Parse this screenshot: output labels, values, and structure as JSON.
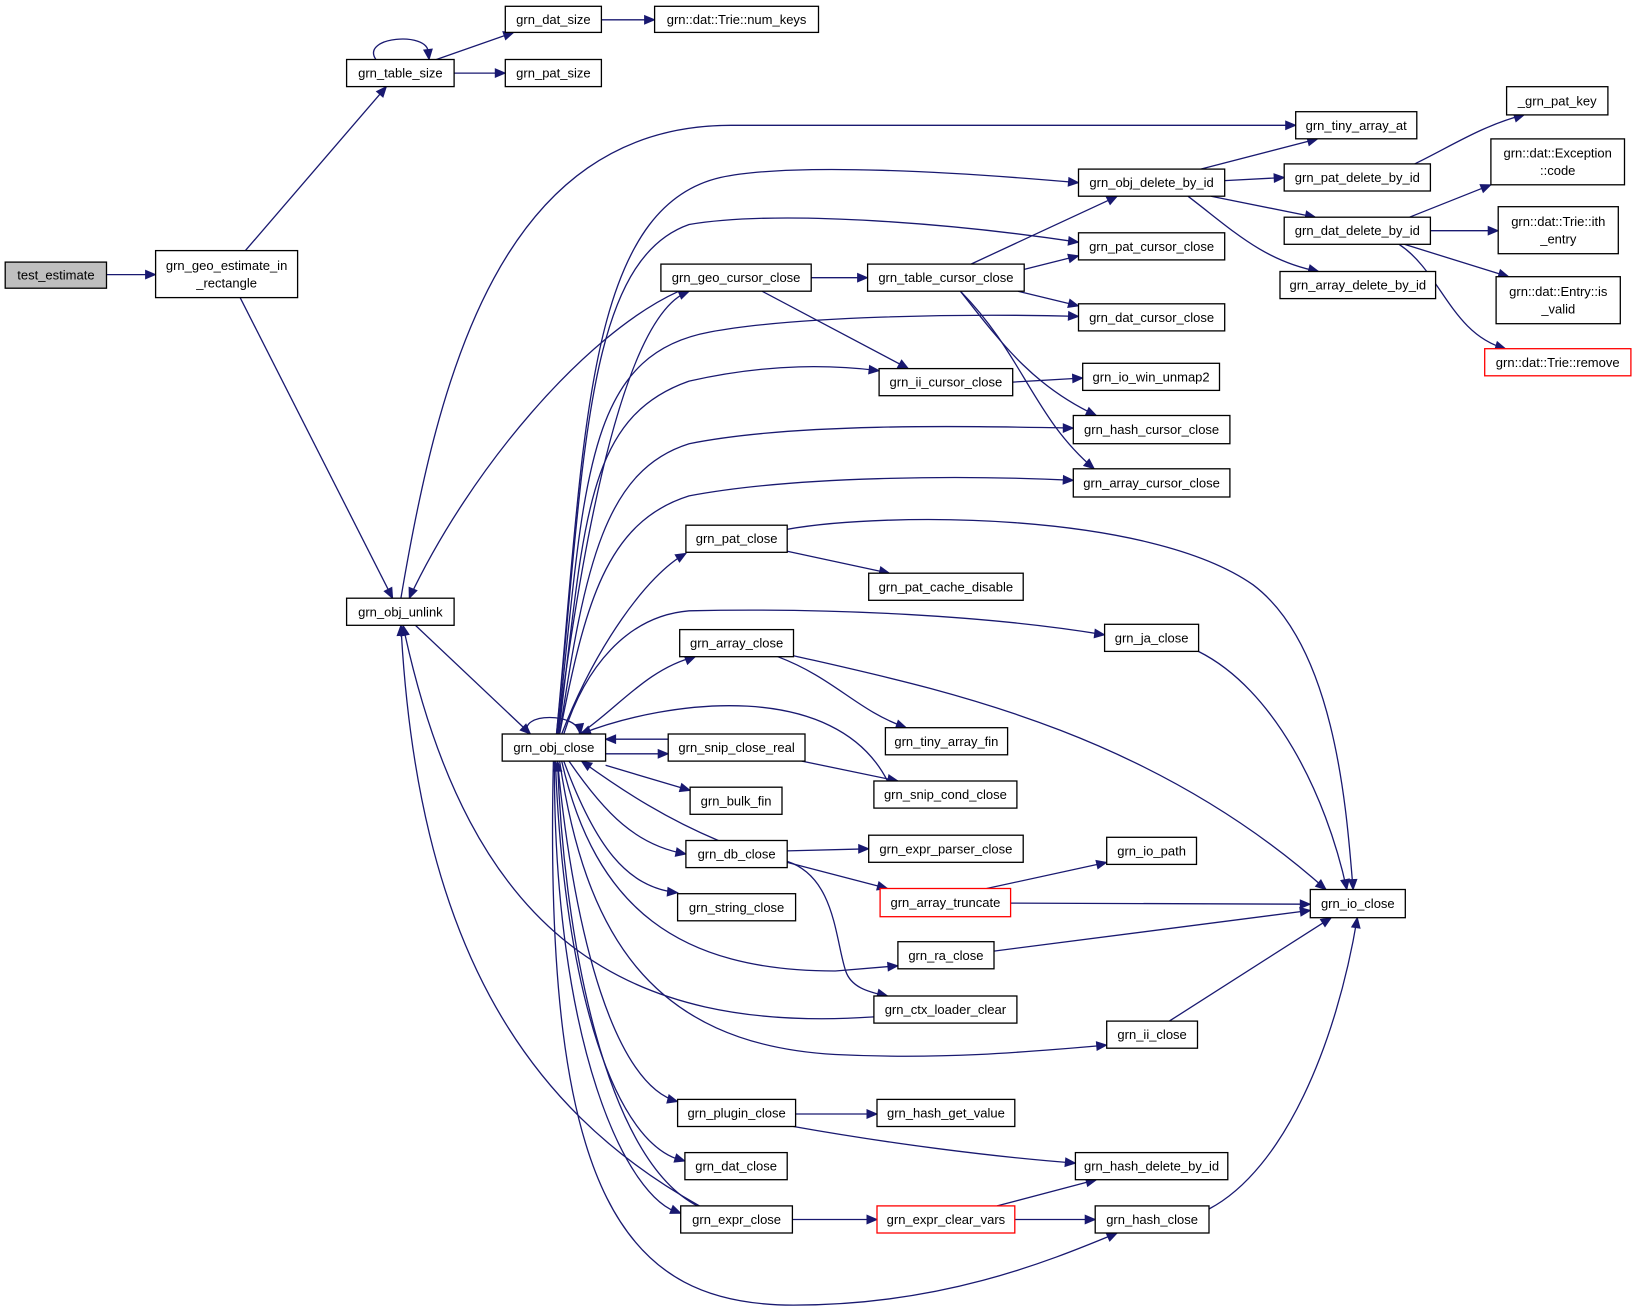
{
  "graph": {
    "colors": {
      "edge": "#191970",
      "root_fill": "#bfbfbf",
      "truncated_border": "#ff0000",
      "node_border": "#000000"
    },
    "nodes": [
      {
        "id": "test_estimate",
        "lines": [
          "test_estimate"
        ],
        "root": true
      },
      {
        "id": "geo_est",
        "lines": [
          "grn_geo_estimate_in",
          "_rectangle"
        ]
      },
      {
        "id": "table_size",
        "lines": [
          "grn_table_size"
        ]
      },
      {
        "id": "dat_size",
        "lines": [
          "grn_dat_size"
        ]
      },
      {
        "id": "num_keys",
        "lines": [
          "grn::dat::Trie::num_keys"
        ]
      },
      {
        "id": "pat_size",
        "lines": [
          "grn_pat_size"
        ]
      },
      {
        "id": "obj_unlink",
        "lines": [
          "grn_obj_unlink"
        ]
      },
      {
        "id": "obj_close",
        "lines": [
          "grn_obj_close"
        ]
      },
      {
        "id": "tiny_array_at",
        "lines": [
          "grn_tiny_array_at"
        ]
      },
      {
        "id": "pat_key",
        "lines": [
          "_grn_pat_key"
        ]
      },
      {
        "id": "obj_delete_by_id",
        "lines": [
          "grn_obj_delete_by_id"
        ]
      },
      {
        "id": "pat_delete_by_id",
        "lines": [
          "grn_pat_delete_by_id"
        ]
      },
      {
        "id": "exc_code",
        "lines": [
          "grn::dat::Exception",
          "::code"
        ]
      },
      {
        "id": "dat_delete_by_id",
        "lines": [
          "grn_dat_delete_by_id"
        ]
      },
      {
        "id": "ith_entry",
        "lines": [
          "grn::dat::Trie::ith",
          "_entry"
        ]
      },
      {
        "id": "pat_cursor_close",
        "lines": [
          "grn_pat_cursor_close"
        ]
      },
      {
        "id": "geo_cursor_close",
        "lines": [
          "grn_geo_cursor_close"
        ]
      },
      {
        "id": "table_cursor_close",
        "lines": [
          "grn_table_cursor_close"
        ]
      },
      {
        "id": "array_delete_by_id",
        "lines": [
          "grn_array_delete_by_id"
        ]
      },
      {
        "id": "entry_is_valid",
        "lines": [
          "grn::dat::Entry::is",
          "_valid"
        ]
      },
      {
        "id": "dat_cursor_close",
        "lines": [
          "grn_dat_cursor_close"
        ]
      },
      {
        "id": "trie_remove",
        "lines": [
          "grn::dat::Trie::remove"
        ],
        "truncated": true
      },
      {
        "id": "ii_cursor_close",
        "lines": [
          "grn_ii_cursor_close"
        ]
      },
      {
        "id": "io_win_unmap2",
        "lines": [
          "grn_io_win_unmap2"
        ]
      },
      {
        "id": "hash_cursor_close",
        "lines": [
          "grn_hash_cursor_close"
        ]
      },
      {
        "id": "array_cursor_close",
        "lines": [
          "grn_array_cursor_close"
        ]
      },
      {
        "id": "pat_close",
        "lines": [
          "grn_pat_close"
        ]
      },
      {
        "id": "pat_cache_disable",
        "lines": [
          "grn_pat_cache_disable"
        ]
      },
      {
        "id": "ja_close",
        "lines": [
          "grn_ja_close"
        ]
      },
      {
        "id": "array_close",
        "lines": [
          "grn_array_close"
        ]
      },
      {
        "id": "tiny_array_fin",
        "lines": [
          "grn_tiny_array_fin"
        ]
      },
      {
        "id": "snip_close_real",
        "lines": [
          "grn_snip_close_real"
        ]
      },
      {
        "id": "bulk_fin",
        "lines": [
          "grn_bulk_fin"
        ]
      },
      {
        "id": "snip_cond_close",
        "lines": [
          "grn_snip_cond_close"
        ]
      },
      {
        "id": "db_close",
        "lines": [
          "grn_db_close"
        ]
      },
      {
        "id": "expr_parser_close",
        "lines": [
          "grn_expr_parser_close"
        ]
      },
      {
        "id": "io_path",
        "lines": [
          "grn_io_path"
        ]
      },
      {
        "id": "array_truncate",
        "lines": [
          "grn_array_truncate"
        ],
        "truncated": true
      },
      {
        "id": "io_close",
        "lines": [
          "grn_io_close"
        ]
      },
      {
        "id": "string_close",
        "lines": [
          "grn_string_close"
        ]
      },
      {
        "id": "ra_close",
        "lines": [
          "grn_ra_close"
        ]
      },
      {
        "id": "ctx_loader_clear",
        "lines": [
          "grn_ctx_loader_clear"
        ]
      },
      {
        "id": "ii_close",
        "lines": [
          "grn_ii_close"
        ]
      },
      {
        "id": "plugin_close",
        "lines": [
          "grn_plugin_close"
        ]
      },
      {
        "id": "hash_get_value",
        "lines": [
          "grn_hash_get_value"
        ]
      },
      {
        "id": "hash_delete_by_id",
        "lines": [
          "grn_hash_delete_by_id"
        ]
      },
      {
        "id": "dat_close",
        "lines": [
          "grn_dat_close"
        ]
      },
      {
        "id": "expr_close",
        "lines": [
          "grn_expr_close"
        ]
      },
      {
        "id": "expr_clear_vars",
        "lines": [
          "grn_expr_clear_vars"
        ],
        "truncated": true
      },
      {
        "id": "hash_close",
        "lines": [
          "grn_hash_close"
        ]
      }
    ],
    "edges": [
      [
        "test_estimate",
        "geo_est"
      ],
      [
        "geo_est",
        "table_size"
      ],
      [
        "geo_est",
        "obj_unlink"
      ],
      [
        "table_size",
        "table_size"
      ],
      [
        "table_size",
        "dat_size"
      ],
      [
        "table_size",
        "pat_size"
      ],
      [
        "dat_size",
        "num_keys"
      ],
      [
        "obj_unlink",
        "tiny_array_at"
      ],
      [
        "obj_unlink",
        "obj_close"
      ],
      [
        "obj_close",
        "obj_close"
      ],
      [
        "obj_close",
        "obj_delete_by_id"
      ],
      [
        "obj_close",
        "pat_cursor_close"
      ],
      [
        "obj_close",
        "geo_cursor_close"
      ],
      [
        "obj_close",
        "dat_cursor_close"
      ],
      [
        "obj_close",
        "ii_cursor_close"
      ],
      [
        "obj_close",
        "hash_cursor_close"
      ],
      [
        "obj_close",
        "array_cursor_close"
      ],
      [
        "obj_close",
        "pat_close"
      ],
      [
        "obj_close",
        "ja_close"
      ],
      [
        "obj_close",
        "array_close"
      ],
      [
        "obj_close",
        "snip_close_real"
      ],
      [
        "obj_close",
        "bulk_fin"
      ],
      [
        "obj_close",
        "db_close"
      ],
      [
        "obj_close",
        "string_close"
      ],
      [
        "obj_close",
        "ra_close"
      ],
      [
        "obj_close",
        "ii_close"
      ],
      [
        "obj_close",
        "plugin_close"
      ],
      [
        "obj_close",
        "dat_close"
      ],
      [
        "obj_close",
        "expr_close"
      ],
      [
        "obj_close",
        "hash_close"
      ],
      [
        "geo_cursor_close",
        "obj_unlink"
      ],
      [
        "geo_cursor_close",
        "table_cursor_close"
      ],
      [
        "geo_cursor_close",
        "ii_cursor_close"
      ],
      [
        "table_cursor_close",
        "obj_delete_by_id"
      ],
      [
        "table_cursor_close",
        "pat_cursor_close"
      ],
      [
        "table_cursor_close",
        "dat_cursor_close"
      ],
      [
        "table_cursor_close",
        "hash_cursor_close"
      ],
      [
        "table_cursor_close",
        "array_cursor_close"
      ],
      [
        "obj_delete_by_id",
        "tiny_array_at"
      ],
      [
        "obj_delete_by_id",
        "pat_delete_by_id"
      ],
      [
        "obj_delete_by_id",
        "dat_delete_by_id"
      ],
      [
        "obj_delete_by_id",
        "array_delete_by_id"
      ],
      [
        "pat_delete_by_id",
        "pat_key"
      ],
      [
        "dat_delete_by_id",
        "exc_code"
      ],
      [
        "dat_delete_by_id",
        "ith_entry"
      ],
      [
        "dat_delete_by_id",
        "entry_is_valid"
      ],
      [
        "dat_delete_by_id",
        "trie_remove"
      ],
      [
        "ii_cursor_close",
        "io_win_unmap2"
      ],
      [
        "pat_close",
        "pat_cache_disable"
      ],
      [
        "pat_close",
        "io_close"
      ],
      [
        "ja_close",
        "io_close"
      ],
      [
        "array_close",
        "tiny_array_fin"
      ],
      [
        "array_close",
        "io_close"
      ],
      [
        "snip_close_real",
        "obj_close"
      ],
      [
        "snip_close_real",
        "snip_cond_close"
      ],
      [
        "snip_cond_close",
        "obj_close"
      ],
      [
        "db_close",
        "obj_close"
      ],
      [
        "db_close",
        "expr_parser_close"
      ],
      [
        "db_close",
        "array_truncate"
      ],
      [
        "db_close",
        "ctx_loader_clear"
      ],
      [
        "array_truncate",
        "io_path"
      ],
      [
        "array_truncate",
        "io_close"
      ],
      [
        "ra_close",
        "io_close"
      ],
      [
        "ctx_loader_clear",
        "obj_unlink"
      ],
      [
        "ii_close",
        "io_close"
      ],
      [
        "plugin_close",
        "hash_get_value"
      ],
      [
        "plugin_close",
        "hash_delete_by_id"
      ],
      [
        "expr_close",
        "obj_unlink"
      ],
      [
        "expr_close",
        "obj_close"
      ],
      [
        "expr_close",
        "expr_clear_vars"
      ],
      [
        "expr_clear_vars",
        "hash_delete_by_id"
      ],
      [
        "expr_clear_vars",
        "hash_close"
      ],
      [
        "hash_close",
        "io_close"
      ]
    ]
  }
}
